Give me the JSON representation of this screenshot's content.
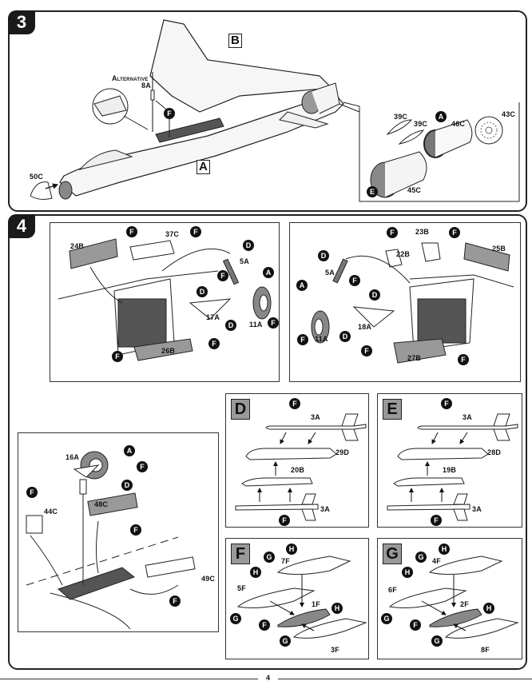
{
  "page": {
    "number": "4"
  },
  "steps": [
    {
      "number": "3",
      "assemblies": {
        "A": "A",
        "B": "B"
      },
      "alternative": {
        "label": "Alternative",
        "part": "8A"
      },
      "parts": [
        "50C",
        "39C",
        "39C",
        "46C",
        "43C",
        "45C"
      ],
      "callouts": [
        "F",
        "A",
        "E"
      ]
    },
    {
      "number": "4",
      "panels": [
        {
          "id": "left-gear",
          "parts": [
            "24B",
            "37C",
            "5A",
            "17A",
            "11A",
            "26B"
          ],
          "callouts": [
            "F",
            "F",
            "D",
            "F",
            "D",
            "D",
            "A",
            "F",
            "F",
            "F"
          ]
        },
        {
          "id": "right-gear",
          "parts": [
            "23B",
            "22B",
            "25B",
            "5A",
            "18A",
            "11A",
            "27B"
          ],
          "callouts": [
            "F",
            "F",
            "D",
            "F",
            "A",
            "D",
            "D",
            "F",
            "F",
            "F"
          ]
        },
        {
          "id": "nose-gear",
          "parts": [
            "16A",
            "44C",
            "48C",
            "49C"
          ],
          "callouts": [
            "A",
            "F",
            "F",
            "D",
            "F",
            "F"
          ]
        },
        {
          "id": "variant-D",
          "letter": "D",
          "parts": [
            "3A",
            "29D",
            "20B",
            "3A"
          ],
          "callouts": [
            "F",
            "F"
          ]
        },
        {
          "id": "variant-E",
          "letter": "E",
          "parts": [
            "3A",
            "28D",
            "19B",
            "3A"
          ],
          "callouts": [
            "F",
            "F"
          ]
        },
        {
          "id": "variant-F",
          "letter": "F",
          "parts": [
            "7F",
            "5F",
            "1F",
            "3F"
          ],
          "callouts": [
            "G",
            "H",
            "H",
            "G",
            "F",
            "H",
            "G"
          ]
        },
        {
          "id": "variant-G",
          "letter": "G",
          "parts": [
            "4F",
            "6F",
            "2F",
            "8F"
          ],
          "callouts": [
            "G",
            "H",
            "H",
            "G",
            "F",
            "H",
            "G"
          ]
        }
      ]
    }
  ]
}
